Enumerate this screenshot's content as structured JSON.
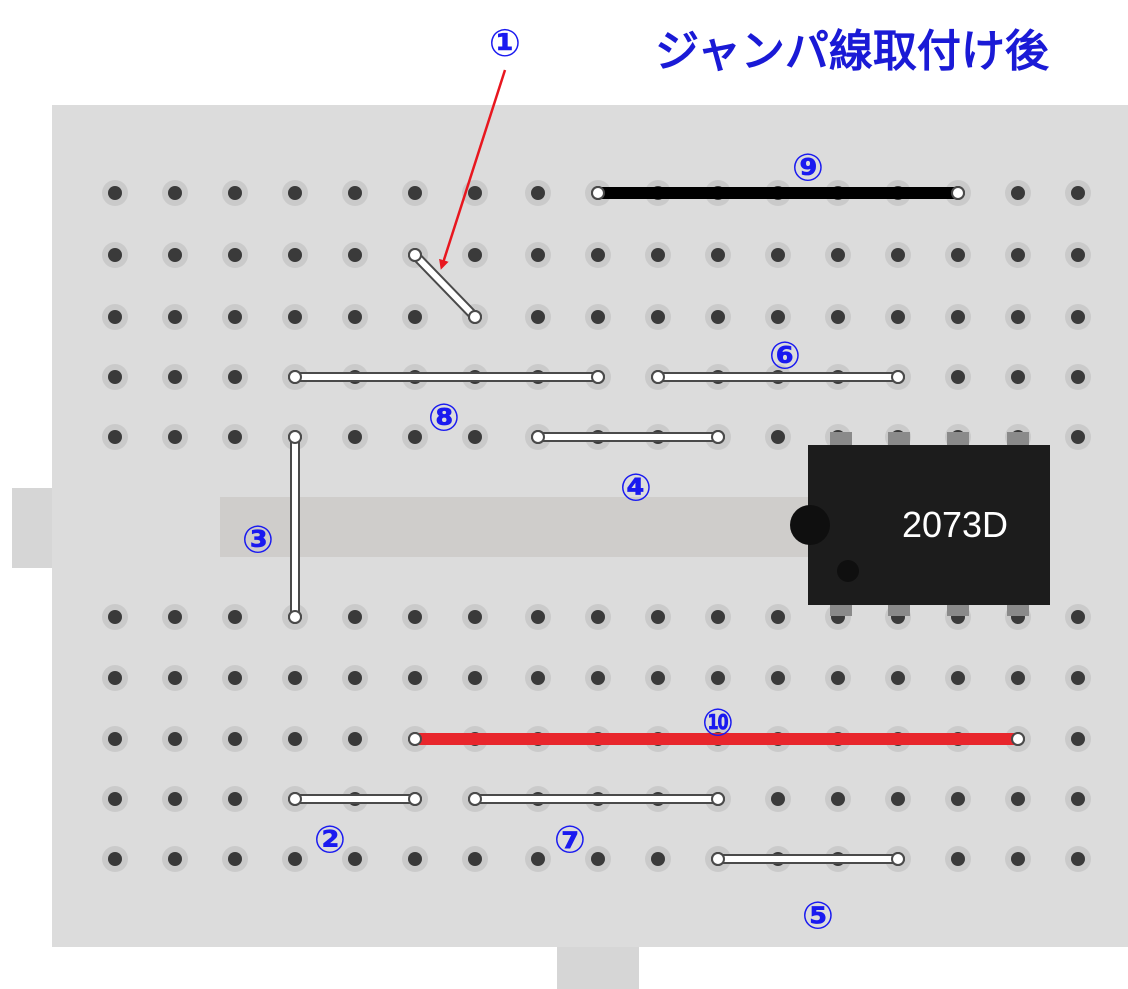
{
  "title": "ジャンパ線取付け後",
  "chip": {
    "label": "2073D",
    "body_color": "#1c1c1c",
    "pin_color": "#8a8a8a"
  },
  "board": {
    "color": "#dcdcdc",
    "hole_color": "#3a3a3a",
    "rows_per_half": 5,
    "columns": 17
  },
  "callout": {
    "label": "①",
    "arrow_color": "#e8171f"
  },
  "jumpers": [
    {
      "id": "1",
      "label": "①",
      "color": "#ffffff"
    },
    {
      "id": "2",
      "label": "②",
      "color": "#ffffff"
    },
    {
      "id": "3",
      "label": "③",
      "color": "#ffffff"
    },
    {
      "id": "4",
      "label": "④",
      "color": "#ffffff"
    },
    {
      "id": "5",
      "label": "⑤",
      "color": "#ffffff"
    },
    {
      "id": "6",
      "label": "⑥",
      "color": "#ffffff"
    },
    {
      "id": "7",
      "label": "⑦",
      "color": "#ffffff"
    },
    {
      "id": "8",
      "label": "⑧",
      "color": "#ffffff"
    },
    {
      "id": "9",
      "label": "⑨",
      "color": "#000000"
    },
    {
      "id": "10",
      "label": "⑩",
      "color": "#e8262c"
    }
  ],
  "label_color": "#1a1af0"
}
